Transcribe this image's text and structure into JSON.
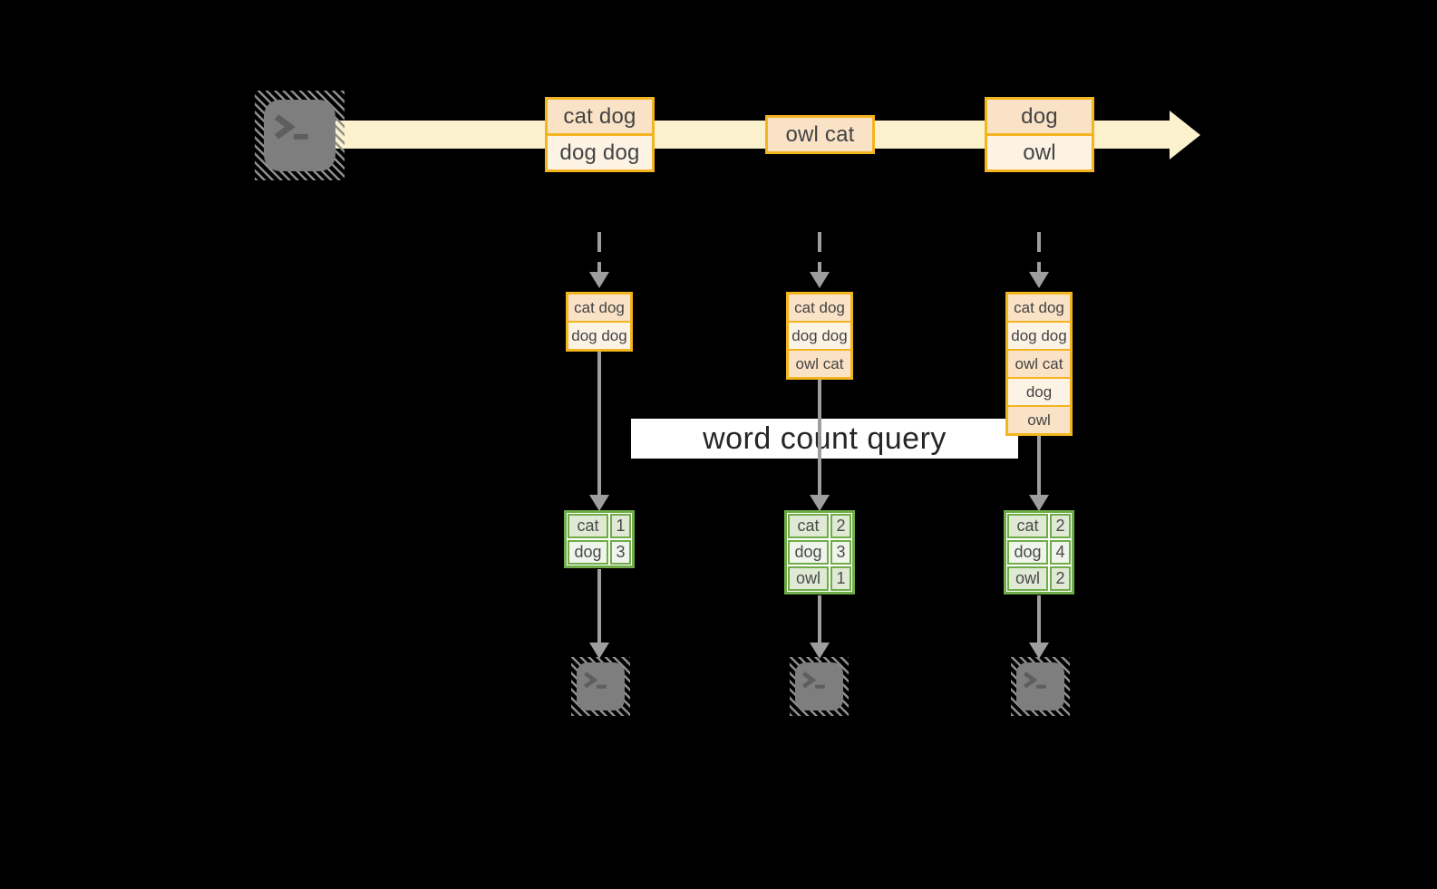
{
  "colors": {
    "background": "#000000",
    "stream_band": "#FBF1CC",
    "record_border_gold": "#F3B51F",
    "record_fill_peach": "#FAE2C6",
    "record_fill_cream": "#FDF3E5",
    "table_border_green": "#6FAC47",
    "table_fill_dark": "#DFE9D4",
    "table_fill_light": "#F0F5EC",
    "arrow_gray": "#9E9E9E",
    "terminal_gray": "#7E7E7E",
    "banner_bg": "#FFFFFF"
  },
  "stream": {
    "batches": [
      {
        "rows": [
          {
            "text": "cat dog"
          },
          {
            "text": "dog dog"
          }
        ]
      },
      {
        "rows": [
          {
            "text": "owl cat"
          }
        ]
      },
      {
        "rows": [
          {
            "text": "dog"
          },
          {
            "text": "owl"
          }
        ]
      }
    ]
  },
  "banner": {
    "label": "word count query"
  },
  "columns": [
    {
      "buffer_rows": [
        "cat dog",
        "dog dog"
      ],
      "counts": [
        {
          "word": "cat",
          "count": "1"
        },
        {
          "word": "dog",
          "count": "3"
        }
      ]
    },
    {
      "buffer_rows": [
        "cat dog",
        "dog dog",
        "owl cat"
      ],
      "counts": [
        {
          "word": "cat",
          "count": "2"
        },
        {
          "word": "dog",
          "count": "3"
        },
        {
          "word": "owl",
          "count": "1"
        }
      ]
    },
    {
      "buffer_rows": [
        "cat dog",
        "dog dog",
        "owl cat",
        "dog",
        "owl"
      ],
      "counts": [
        {
          "word": "cat",
          "count": "2"
        },
        {
          "word": "dog",
          "count": "4"
        },
        {
          "word": "owl",
          "count": "2"
        }
      ]
    }
  ]
}
